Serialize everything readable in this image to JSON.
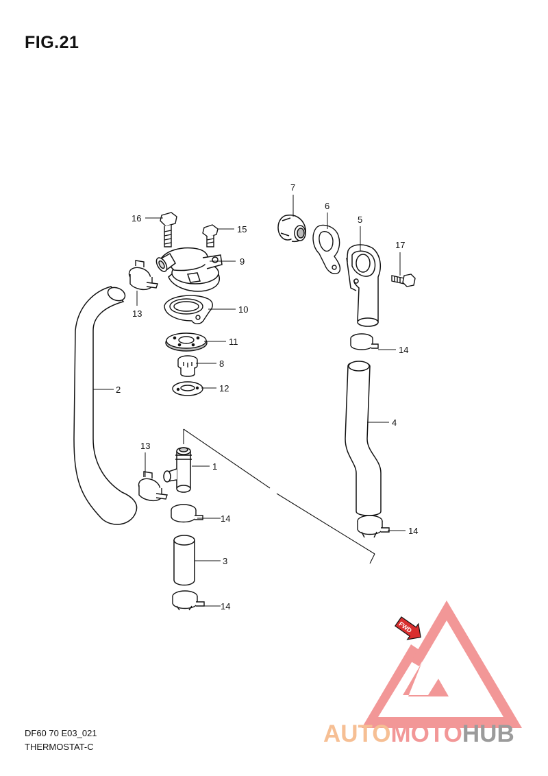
{
  "figure_title": "FIG.21",
  "doc_code": "DF60 70 E03_021",
  "doc_subtitle": "THERMOSTAT-C",
  "direction_badge": "FWD",
  "watermark": {
    "brand_part1": "AUTO",
    "brand_part2": "MOTO",
    "brand_part3": "HUB",
    "colors": {
      "part1": "#f5b482",
      "part2": "#f08585",
      "part3": "#8a8a8a",
      "triangle": "#f08585"
    }
  },
  "callouts": {
    "c1": "1",
    "c2": "2",
    "c3": "3",
    "c4": "4",
    "c5": "5",
    "c6": "6",
    "c7": "7",
    "c8": "8",
    "c9": "9",
    "c10": "10",
    "c11": "11",
    "c12": "12",
    "c13a": "13",
    "c13b": "13",
    "c14a": "14",
    "c14b": "14",
    "c14c": "14",
    "c14d": "14",
    "c15": "15",
    "c16": "16",
    "c17": "17"
  }
}
